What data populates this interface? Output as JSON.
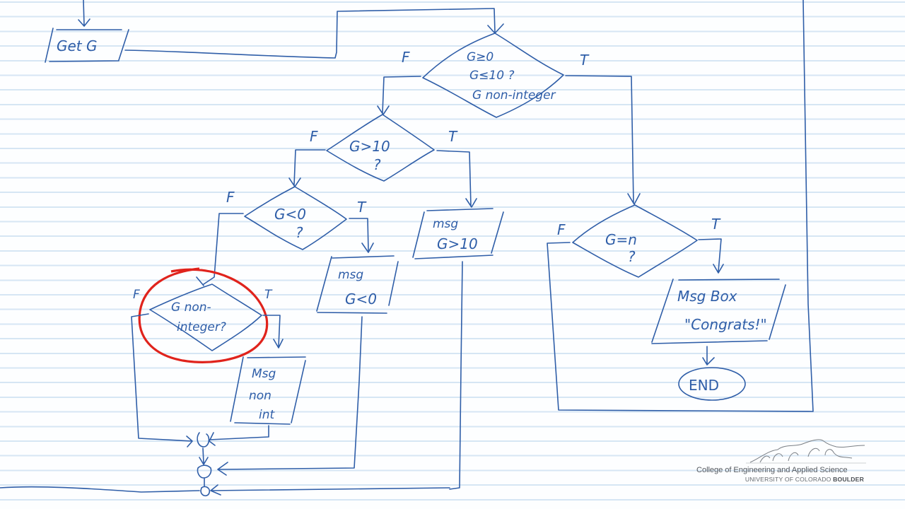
{
  "diagram": {
    "type": "flowchart",
    "style": "hand-drawn on lined notebook paper",
    "ink_color": "#2f5ea8",
    "highlight_color": "#e0231c",
    "paper_line_color": "#d6e6f4",
    "nodes": {
      "get_g": {
        "shape": "parallelogram",
        "text": "Get G"
      },
      "valid_check": {
        "shape": "diamond",
        "lines": [
          "G≥0",
          "G≤10 ?",
          "G non-integer"
        ],
        "false_label": "F",
        "true_label": "T"
      },
      "gt10_check": {
        "shape": "diamond",
        "lines": [
          "G>10",
          "?"
        ],
        "false_label": "F",
        "true_label": "T"
      },
      "lt0_check": {
        "shape": "diamond",
        "lines": [
          "G<0",
          "?"
        ],
        "false_label": "F",
        "true_label": "T"
      },
      "nonint_check": {
        "shape": "diamond",
        "lines": [
          "G non-",
          "integer?"
        ],
        "false_label": "F",
        "true_label": "T",
        "highlighted": true
      },
      "msg_gt10": {
        "shape": "parallelogram",
        "lines": [
          "msg",
          "G>10"
        ]
      },
      "msg_lt0": {
        "shape": "parallelogram",
        "lines": [
          "msg",
          "G<0"
        ]
      },
      "msg_nonint": {
        "shape": "parallelogram",
        "lines": [
          "Msg",
          "non",
          "int"
        ]
      },
      "eq_check": {
        "shape": "diamond",
        "lines": [
          "G=n",
          "?"
        ],
        "false_label": "F",
        "true_label": "T"
      },
      "msg_congrats": {
        "shape": "parallelogram",
        "lines": [
          "Msg Box",
          "\"Congrats!\""
        ]
      },
      "end": {
        "shape": "oval",
        "text": "END"
      }
    },
    "edges": [
      {
        "from": "get_g",
        "to": "valid_check"
      },
      {
        "from": "valid_check",
        "to": "gt10_check",
        "label": "F"
      },
      {
        "from": "valid_check",
        "to": "eq_check",
        "label": "T"
      },
      {
        "from": "gt10_check",
        "to": "lt0_check",
        "label": "F"
      },
      {
        "from": "gt10_check",
        "to": "msg_gt10",
        "label": "T"
      },
      {
        "from": "lt0_check",
        "to": "nonint_check",
        "label": "F"
      },
      {
        "from": "lt0_check",
        "to": "msg_lt0",
        "label": "T"
      },
      {
        "from": "nonint_check",
        "to": "join_1",
        "label": "F"
      },
      {
        "from": "nonint_check",
        "to": "msg_nonint",
        "label": "T"
      },
      {
        "from": "msg_nonint",
        "to": "join_1"
      },
      {
        "from": "join_1",
        "to": "join_2"
      },
      {
        "from": "msg_lt0",
        "to": "join_2"
      },
      {
        "from": "join_2",
        "to": "join_3"
      },
      {
        "from": "msg_gt10",
        "to": "join_3"
      },
      {
        "from": "eq_check",
        "to": "msg_congrats",
        "label": "T"
      },
      {
        "from": "eq_check",
        "to": "get_g",
        "label": "F",
        "note": "loops back via right edge to top"
      },
      {
        "from": "msg_congrats",
        "to": "end"
      }
    ]
  },
  "branding": {
    "college": "College of Engineering and Applied Science",
    "university_prefix": "UNIVERSITY OF COLORADO ",
    "university_bold": "BOULDER"
  }
}
